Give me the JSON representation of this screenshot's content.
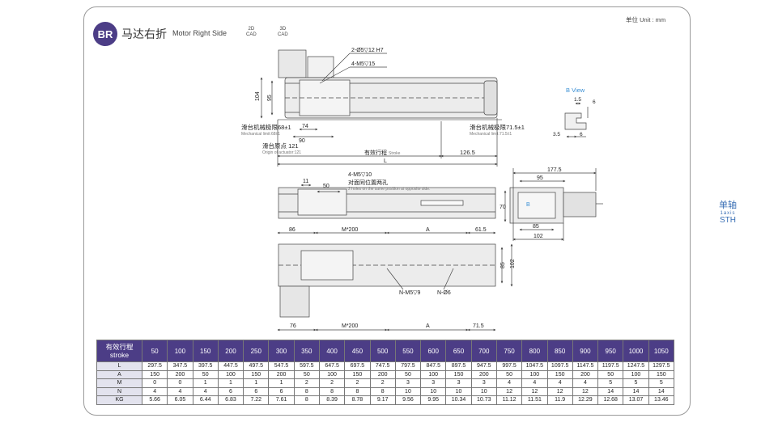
{
  "header": {
    "badge": "BR",
    "title_cn": "马达右折",
    "title_en": "Motor Right Side",
    "cad2d": [
      "2D",
      "CAD"
    ],
    "cad3d": [
      "3D",
      "CAD"
    ],
    "unit": "单位 Unit : mm"
  },
  "side_label": {
    "cn": "单轴",
    "axis": "1axis",
    "model": "STH"
  },
  "labels": {
    "hole1": "2-Ø5▽12 H7",
    "hole2": "4-M5▽15",
    "h104": "104",
    "h95": "95",
    "mech_left_cn": "滑台机械极限68±1",
    "mech_left_en": "Mechanical limit:68±1",
    "d74": "74",
    "d90": "90",
    "origin_cn": "滑台原点 121",
    "origin_en": "Origin of actuator:121",
    "stroke_cn": "有效行程",
    "stroke_en": "Stroke",
    "d126": "126.5",
    "L": "L",
    "mech_right_cn": "滑台机械极限71.5±1",
    "mech_right_en": "Mechanical limit:71.5±1",
    "bview": "B View",
    "b15": "1.5",
    "b6a": "6",
    "b35": "3.5",
    "b6b": "6",
    "d11": "11",
    "d50": "50",
    "side_hole": "4-M5▽10",
    "side_hole_cn": "对面同位置两孔",
    "side_hole_en": "2 holes on the same position at opposite side.",
    "e1775": "177.5",
    "e95": "95",
    "e70": "70",
    "eB": "B",
    "e85": "85",
    "e102": "102",
    "t86": "86",
    "tM200": "M*200",
    "tA": "A",
    "t615": "61.5",
    "t85": "85",
    "t102": "102",
    "nm5": "N-M5▽9",
    "n06": "N-Ø6",
    "b76": "76",
    "bM200": "M*200",
    "bA": "A",
    "b715": "71.5"
  },
  "spec_table": {
    "header_label": [
      "有效行程",
      "stroke"
    ],
    "strokes": [
      "50",
      "100",
      "150",
      "200",
      "250",
      "300",
      "350",
      "400",
      "450",
      "500",
      "550",
      "600",
      "650",
      "700",
      "750",
      "800",
      "850",
      "900",
      "950",
      "1000",
      "1050"
    ],
    "rows": [
      {
        "label": "L",
        "values": [
          "297.5",
          "347.5",
          "397.5",
          "447.5",
          "497.5",
          "547.5",
          "597.5",
          "647.5",
          "697.5",
          "747.5",
          "797.5",
          "847.5",
          "897.5",
          "947.5",
          "997.5",
          "1047.5",
          "1097.5",
          "1147.5",
          "1197.5",
          "1247.5",
          "1297.5"
        ]
      },
      {
        "label": "A",
        "values": [
          "150",
          "200",
          "50",
          "100",
          "150",
          "200",
          "50",
          "100",
          "150",
          "200",
          "50",
          "100",
          "150",
          "200",
          "50",
          "100",
          "150",
          "200",
          "50",
          "100",
          "150"
        ]
      },
      {
        "label": "M",
        "values": [
          "0",
          "0",
          "1",
          "1",
          "1",
          "1",
          "2",
          "2",
          "2",
          "2",
          "3",
          "3",
          "3",
          "3",
          "4",
          "4",
          "4",
          "4",
          "5",
          "5",
          "5"
        ]
      },
      {
        "label": "N",
        "values": [
          "4",
          "4",
          "4",
          "6",
          "6",
          "6",
          "8",
          "8",
          "8",
          "8",
          "10",
          "10",
          "10",
          "10",
          "12",
          "12",
          "12",
          "12",
          "14",
          "14",
          "14"
        ]
      },
      {
        "label": "KG",
        "values": [
          "5.66",
          "6.05",
          "6.44",
          "6.83",
          "7.22",
          "7.61",
          "8",
          "8.39",
          "8.78",
          "9.17",
          "9.56",
          "9.95",
          "10.34",
          "10.73",
          "11.12",
          "11.51",
          "11.9",
          "12.29",
          "12.68",
          "13.07",
          "13.46"
        ]
      }
    ]
  }
}
